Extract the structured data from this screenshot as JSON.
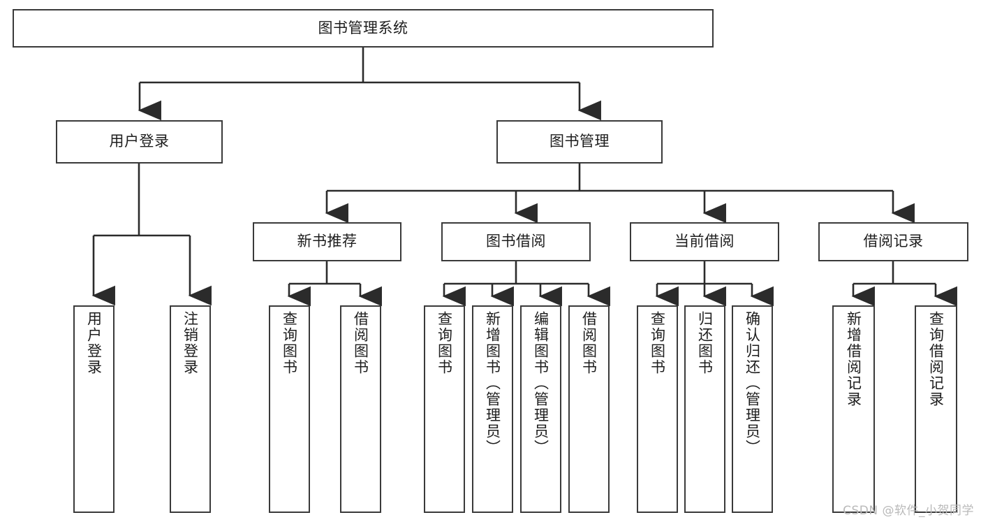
{
  "diagram": {
    "title": "图书管理系统",
    "type": "hierarchy-tree",
    "watermark": "CSDN @软件_小贺同学",
    "colors": {
      "box_border": "#3a3a3a",
      "box_fill": "#ffffff",
      "connector": "#2b2b2b",
      "text": "#1d1d1d",
      "watermark": "#b9b9b9",
      "background": "#ffffff"
    },
    "nodes": {
      "root": {
        "label": "图书管理系统"
      },
      "level1": [
        {
          "label": "用户登录"
        },
        {
          "label": "图书管理"
        }
      ],
      "level2": [
        {
          "label": "新书推荐"
        },
        {
          "label": "图书借阅"
        },
        {
          "label": "当前借阅"
        },
        {
          "label": "借阅记录"
        }
      ],
      "leaves": {
        "user_login": [
          {
            "label": "用户登录"
          },
          {
            "label": "注销登录"
          }
        ],
        "new_book_recommend": [
          {
            "label": "查询图书"
          },
          {
            "label": "借阅图书"
          }
        ],
        "book_borrow": [
          {
            "label": "查询图书"
          },
          {
            "label": "新增图书（管理员）"
          },
          {
            "label": "编辑图书（管理员）"
          },
          {
            "label": "借阅图书"
          }
        ],
        "current_borrow": [
          {
            "label": "查询图书"
          },
          {
            "label": "归还图书"
          },
          {
            "label": "确认归还（管理员）"
          }
        ],
        "borrow_record": [
          {
            "label": "新增借阅记录"
          },
          {
            "label": "查询借阅记录"
          }
        ]
      }
    }
  }
}
